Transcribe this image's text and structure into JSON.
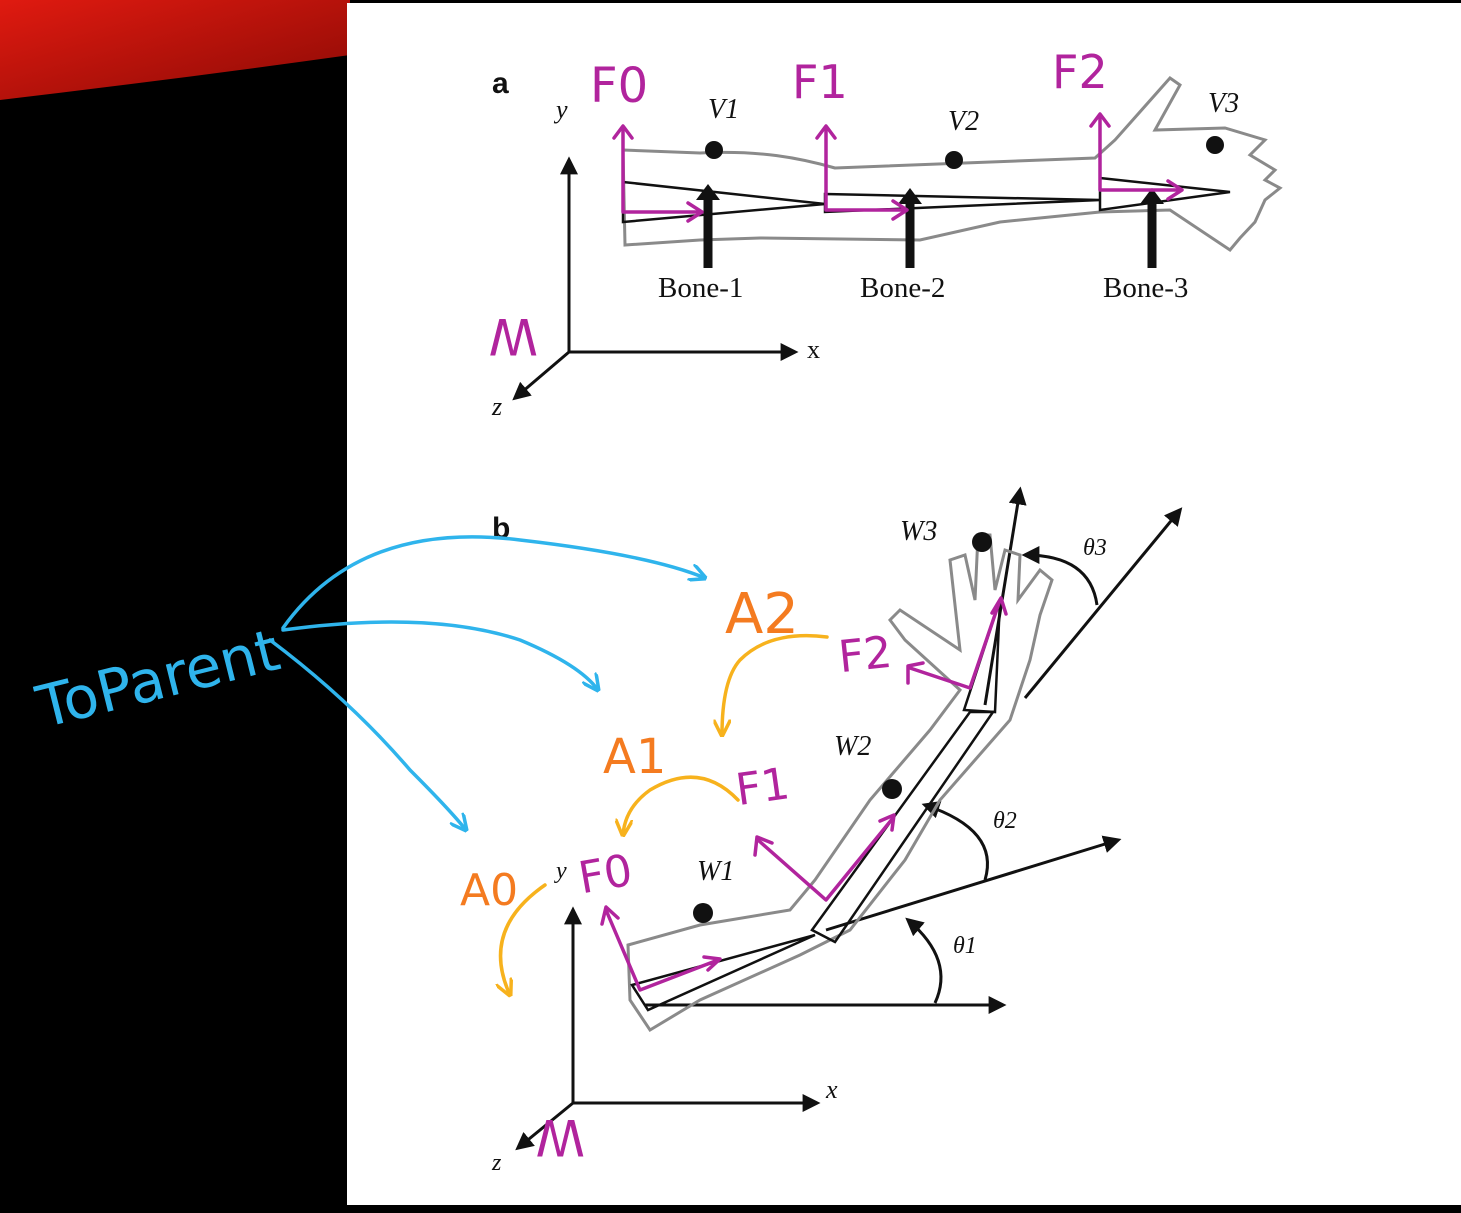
{
  "panel_a": {
    "label": "a",
    "axes": {
      "y": "y",
      "x": "x",
      "z": "z",
      "world": "W"
    },
    "frames": [
      "F0",
      "F1",
      "F2"
    ],
    "vertices": [
      "V1",
      "V2",
      "V3"
    ],
    "bones": [
      "Bone-1",
      "Bone-2",
      "Bone-3"
    ]
  },
  "panel_b": {
    "label": "b",
    "axes": {
      "y": "y",
      "x": "x",
      "z": "z",
      "world": "W"
    },
    "frames": [
      "F0",
      "F1",
      "F2"
    ],
    "vertices": [
      "W1",
      "W2",
      "W3"
    ],
    "angles": [
      "θ1",
      "θ2",
      "θ3"
    ],
    "transforms": [
      "A0",
      "A1",
      "A2"
    ]
  },
  "annotation": {
    "to_parent": "ToParent"
  },
  "colors": {
    "magenta": "#b1249d",
    "orange_label": "#f47b20",
    "orange_arrow": "#f7b21d",
    "blue": "#2fb4ec",
    "background": "#000000",
    "page": "#ffffff",
    "corner_red": "#c8140c"
  }
}
